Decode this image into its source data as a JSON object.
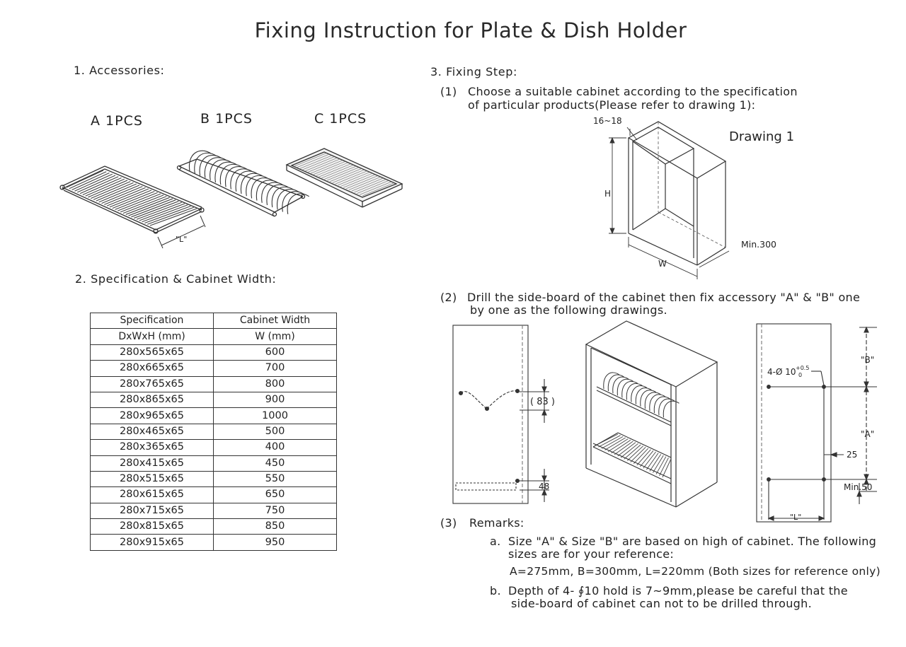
{
  "title": "Fixing Instruction for Plate & Dish Holder",
  "accessories": {
    "heading": "1. Accessories:",
    "items": [
      {
        "label": "A 1PCS"
      },
      {
        "label": "B 1PCS"
      },
      {
        "label": "C 1PCS"
      }
    ],
    "dim_label": "\"L\""
  },
  "specification": {
    "heading": "2. Specification & Cabinet Width:",
    "headers": [
      "Specification",
      "Cabinet Width"
    ],
    "units": [
      "DxWxH (mm)",
      "W (mm)"
    ],
    "rows": [
      [
        "280x565x65",
        "600"
      ],
      [
        "280x665x65",
        "700"
      ],
      [
        "280x765x65",
        "800"
      ],
      [
        "280x865x65",
        "900"
      ],
      [
        "280x965x65",
        "1000"
      ],
      [
        "280x465x65",
        "500"
      ],
      [
        "280x365x65",
        "400"
      ],
      [
        "280x415x65",
        "450"
      ],
      [
        "280x515x65",
        "550"
      ],
      [
        "280x615x65",
        "650"
      ],
      [
        "280x715x65",
        "750"
      ],
      [
        "280x815x65",
        "850"
      ],
      [
        "280x915x65",
        "950"
      ]
    ]
  },
  "fixing": {
    "heading": "3. Fixing Step:",
    "step1": {
      "num": "(1)",
      "line1": "Choose a suitable cabinet according to the specification",
      "line2": "of particular products(Please refer to drawing 1):"
    },
    "drawing1": {
      "title": "Drawing 1",
      "thickness": "16~18",
      "height": "H",
      "width": "W",
      "depth": "Min.300"
    },
    "step2": {
      "num": "(2)",
      "line1": "Drill the side-board of the cabinet then fix accessory \"A\" & \"B\" one",
      "line2": "by one as the following drawings."
    },
    "side_view": {
      "dim_83": "( 83 )",
      "dim_48": "48"
    },
    "hole_view": {
      "hole_spec": "4-Ø 10",
      "tol_plus": "+0.5",
      "tol_zero": "0",
      "dim_b": "\"B\"",
      "dim_a": "\"A\"",
      "dim_25": "25",
      "dim_min50": "Min.50",
      "dim_l": "\"L\""
    },
    "step3": {
      "num": "(3)",
      "heading": "Remarks:",
      "a_label": "a.",
      "a_line1": "Size \"A\" & Size \"B\" are based on high of cabinet. The following",
      "a_line2": "sizes are for your reference:",
      "a_line3": "A=275mm, B=300mm, L=220mm (Both sizes for reference only)",
      "b_label": "b.",
      "b_line1": "Depth of 4- ∮10 hold is 7~9mm,please be careful that the",
      "b_line2": "side-board of cabinet can not to be drilled through."
    }
  }
}
